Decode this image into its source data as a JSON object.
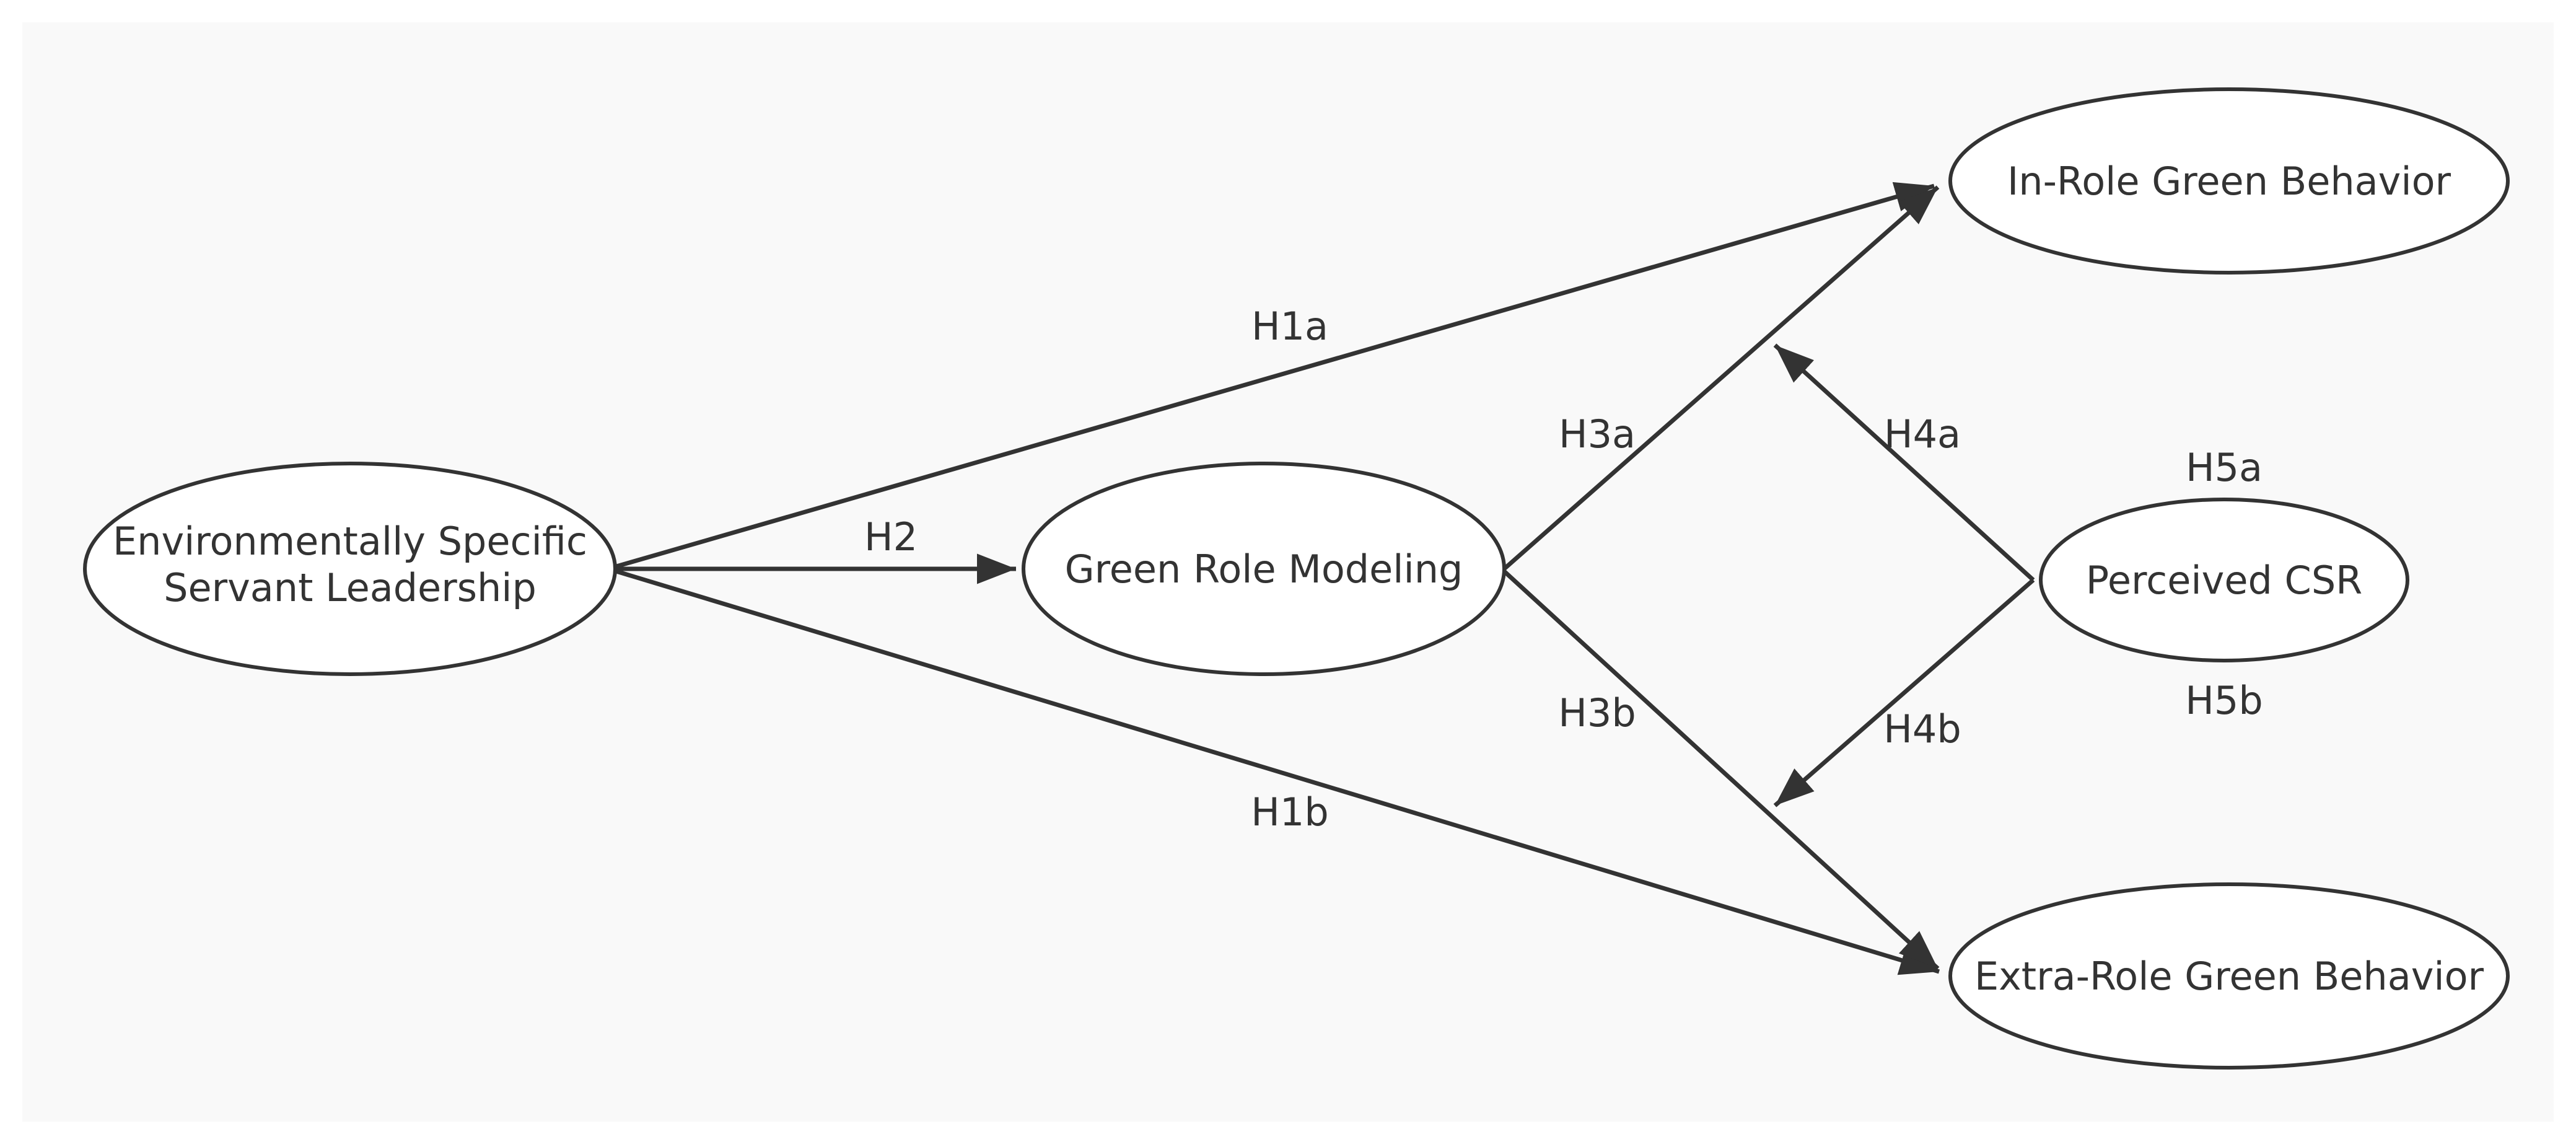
{
  "diagram": {
    "background_color": "#f9f9f9",
    "stroke_color": "#333333",
    "nodes": {
      "esl": {
        "lines": [
          "Environmentally Specific",
          "Servant Leadership"
        ]
      },
      "grm": {
        "lines": [
          "Green Role Modeling"
        ]
      },
      "irgb": {
        "lines": [
          "In-Role Green Behavior"
        ]
      },
      "ergb": {
        "lines": [
          "Extra-Role Green Behavior"
        ]
      },
      "csr": {
        "lines": [
          "Perceived CSR"
        ]
      }
    },
    "edges": {
      "h1a": {
        "label": "H1a",
        "from": "Environmentally Specific Servant Leadership",
        "to": "In-Role Green Behavior"
      },
      "h1b": {
        "label": "H1b",
        "from": "Environmentally Specific Servant Leadership",
        "to": "Extra-Role Green Behavior"
      },
      "h2": {
        "label": "H2",
        "from": "Environmentally Specific Servant Leadership",
        "to": "Green Role Modeling"
      },
      "h3a": {
        "label": "H3a",
        "from": "Green Role Modeling",
        "to": "In-Role Green Behavior"
      },
      "h3b": {
        "label": "H3b",
        "from": "Green Role Modeling",
        "to": "Extra-Role Green Behavior"
      },
      "h4a": {
        "label": "H4a",
        "from": "Perceived CSR",
        "to": "H3a path"
      },
      "h4b": {
        "label": "H4b",
        "from": "Perceived CSR",
        "to": "H3b path"
      }
    },
    "extra_labels": {
      "h5a": "H5a",
      "h5b": "H5b"
    }
  }
}
